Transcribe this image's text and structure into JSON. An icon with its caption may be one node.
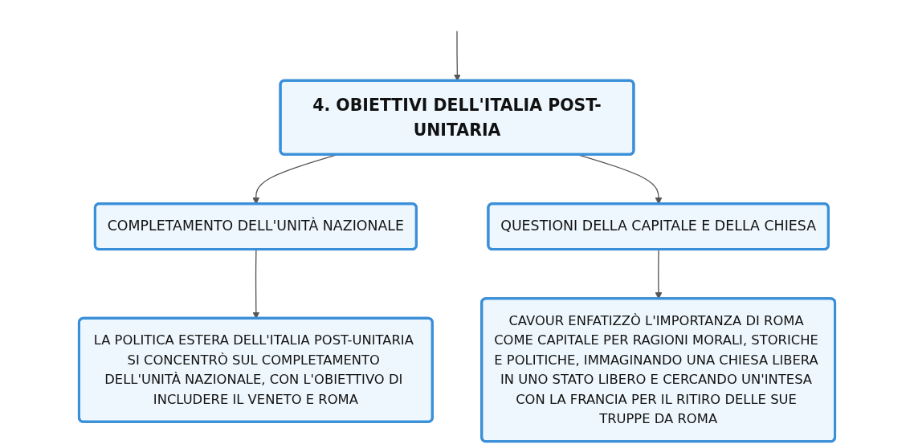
{
  "diagram": {
    "nodes": [
      {
        "text": [
          "4. OBIETTIVI DELL'ITALIA POST-UNITARIA"
        ]
      },
      {
        "text": [
          "COMPLETAMENTO DELL'UNITÀ NAZIONALE"
        ]
      },
      {
        "text": [
          "QUESTIONI DELLA CAPITALE E DELLA CHIESA"
        ]
      },
      {
        "text": [
          "LA POLITICA ESTERA DELL'ITALIA POST-UNITARIA SI CONCENTRÒ SUL COMPLETAMENTO DELL'UNITÀ NAZIONALE, CON L'OBIETTIVO DI INCLUDERE IL VENETO E ROMA"
        ]
      },
      {
        "text": [
          "CAVOUR ENFATIZZÒ L'IMPORTANZA DI ROMA COME CAPITALE PER RAGIONI MORALI, STORICHE E POLITICHE, IMMAGINANDO UNA CHIESA LIBERA IN UNO STATO LIBERO E CERCANDO UN'INTESA CON LA FRANCIA PER IL RITIRO DELLE SUE TRUPPE DA ROMA"
        ]
      }
    ],
    "edges": [
      {
        "from": null,
        "to": 0,
        "arrow": "to"
      },
      {
        "from": 0,
        "to": 1,
        "arrow": "to"
      },
      {
        "from": 0,
        "to": 2,
        "arrow": "to"
      },
      {
        "from": 1,
        "to": 3,
        "arrow": "to"
      },
      {
        "from": 2,
        "to": 4,
        "arrow": "to"
      }
    ]
  }
}
